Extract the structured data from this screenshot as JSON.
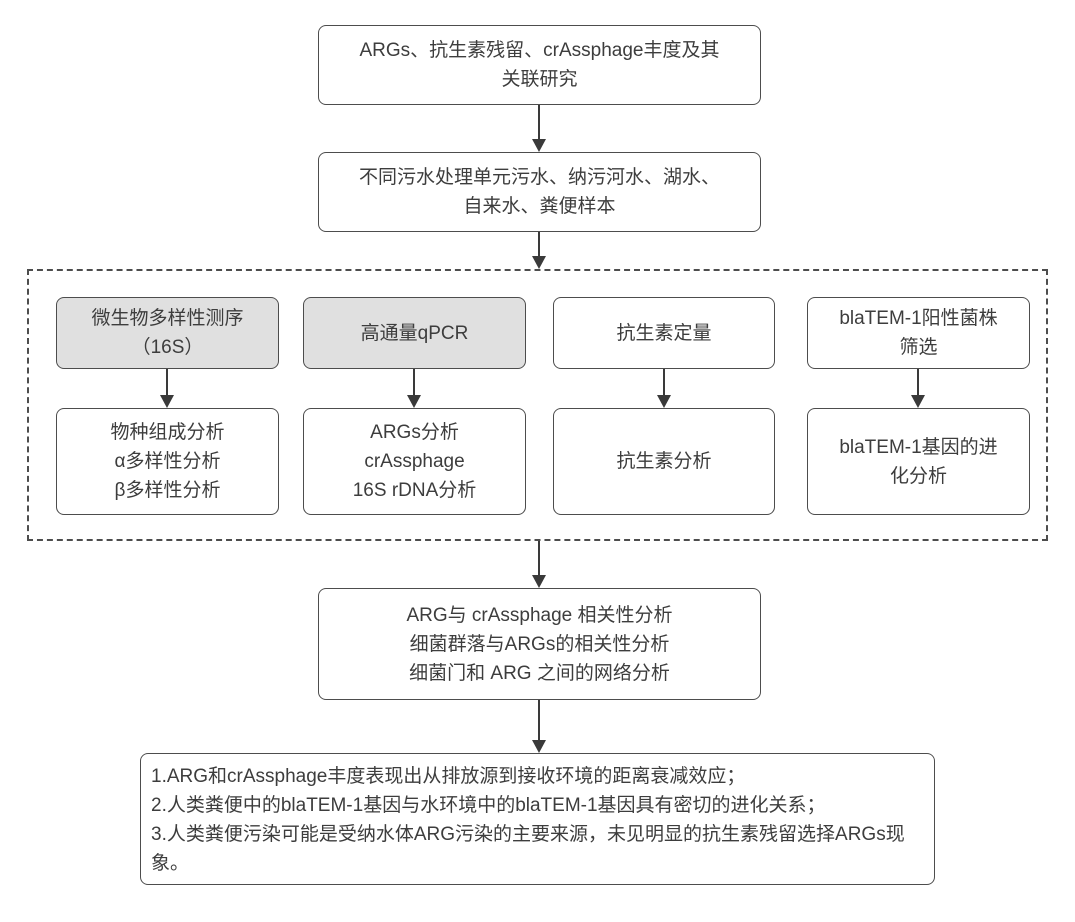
{
  "flowchart": {
    "title_box": {
      "text": "ARGs、抗生素残留、crAssphage丰度及其\n关联研究"
    },
    "samples_box": {
      "text": "不同污水处理单元污水、纳污河水、湖水、\n自来水、粪便样本"
    },
    "methods": [
      {
        "method": "微生物多样性测序\n（16S）",
        "highlighted": true,
        "analysis": "物种组成分析\nα多样性分析\nβ多样性分析"
      },
      {
        "method": "高通量qPCR",
        "highlighted": true,
        "analysis": "ARGs分析\ncrAssphage\n16S rDNA分析"
      },
      {
        "method": "抗生素定量",
        "highlighted": false,
        "analysis": "抗生素分析"
      },
      {
        "method": "blaTEM-1阳性菌株\n筛选",
        "highlighted": false,
        "analysis": "blaTEM-1基因的进\n化分析"
      }
    ],
    "correlation_box": {
      "text": "ARG与 crAssphage 相关性分析\n细菌群落与ARGs的相关性分析\n细菌门和 ARG 之间的网络分析"
    },
    "conclusion_box": {
      "text": "1.ARG和crAssphage丰度表现出从排放源到接收环境的距离衰减效应；\n2.人类粪便中的blaTEM-1基因与水环境中的blaTEM-1基因具有密切的进化关系；\n3.人类粪便污染可能是受纳水体ARG污染的主要来源，未见明显的抗生素残留选择ARGs现象。"
    },
    "colors": {
      "box_border": "#4d4d4d",
      "text": "#3d3d3d",
      "highlight_fill": "#e0e0e0",
      "box_fill": "#ffffff",
      "background": "#ffffff",
      "arrow": "#3a3a3a"
    }
  }
}
